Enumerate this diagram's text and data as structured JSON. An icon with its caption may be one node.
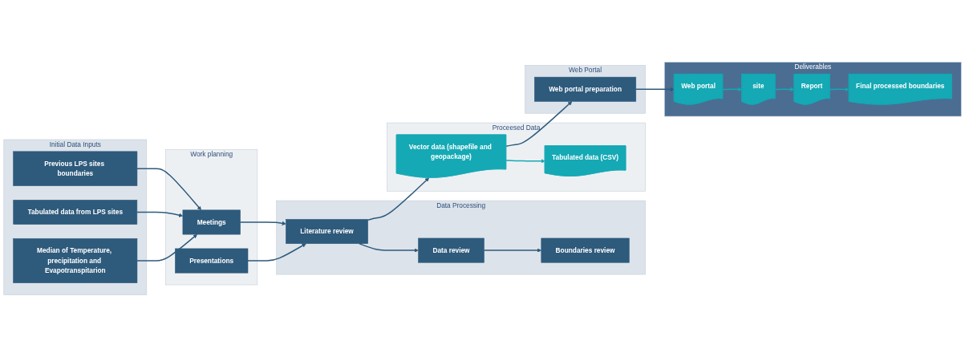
{
  "diagram": {
    "nodes": [
      {
        "text": [
          "Initial Data Inputs"
        ]
      },
      {
        "text": [
          "Previous LPS sites boundaries"
        ],
        "in": 0
      },
      {
        "text": [
          "Tabulated data from LPS sites"
        ],
        "in": 0
      },
      {
        "text": [
          "Median of Temperature, precipitation and Evapotranspitarion"
        ],
        "in": 0
      },
      {
        "text": [
          "Work planning"
        ]
      },
      {
        "text": [
          "Meetings"
        ],
        "in": 4
      },
      {
        "text": [
          "Presentations"
        ],
        "in": 4
      },
      {
        "text": [
          "Data Processing"
        ]
      },
      {
        "text": [
          "Literature review"
        ],
        "in": 7
      },
      {
        "text": [
          "Data review"
        ],
        "in": 7
      },
      {
        "text": [
          "Boundaries review"
        ],
        "in": 7
      },
      {
        "text": [
          "Proceesed Data"
        ]
      },
      {
        "text": [
          "Vector data (shapefile and geopackage)"
        ],
        "in": 11
      },
      {
        "text": [
          "Tabulated data (CSV)"
        ],
        "in": 11
      },
      {
        "text": [
          "Web Portal"
        ]
      },
      {
        "text": [
          "Web portal preparation"
        ],
        "in": 14
      },
      {
        "text": [
          "Deliverables"
        ]
      },
      {
        "text": [
          "Web portal"
        ],
        "in": 16
      },
      {
        "text": [
          "site"
        ],
        "in": 16
      },
      {
        "text": [
          "Report"
        ],
        "in": 16
      },
      {
        "text": [
          "Final processed boundaries"
        ],
        "in": 16
      }
    ],
    "edges": [
      {
        "from": 1,
        "to": 5,
        "arrow": "to"
      },
      {
        "from": 2,
        "to": 5,
        "arrow": "to"
      },
      {
        "from": 3,
        "to": 5,
        "arrow": "to"
      },
      {
        "from": 5,
        "to": 8,
        "arrow": "to"
      },
      {
        "from": 6,
        "to": 8,
        "arrow": "to"
      },
      {
        "from": 8,
        "to": 9,
        "arrow": "to"
      },
      {
        "from": 9,
        "to": 10,
        "arrow": "to"
      },
      {
        "from": 8,
        "to": 12,
        "arrow": "to"
      },
      {
        "from": 12,
        "to": 13,
        "arrow": "to",
        "color": "#14a9b4"
      },
      {
        "from": 12,
        "to": 15,
        "arrow": "to"
      },
      {
        "from": 15,
        "to": 17,
        "arrow": "to"
      },
      {
        "from": 17,
        "to": 18,
        "arrow": "to",
        "color": "#14a9b4"
      },
      {
        "from": 18,
        "to": 19,
        "arrow": "to",
        "color": "#14a9b4"
      },
      {
        "from": 19,
        "to": 20,
        "arrow": "to",
        "color": "#14a9b4"
      }
    ]
  }
}
